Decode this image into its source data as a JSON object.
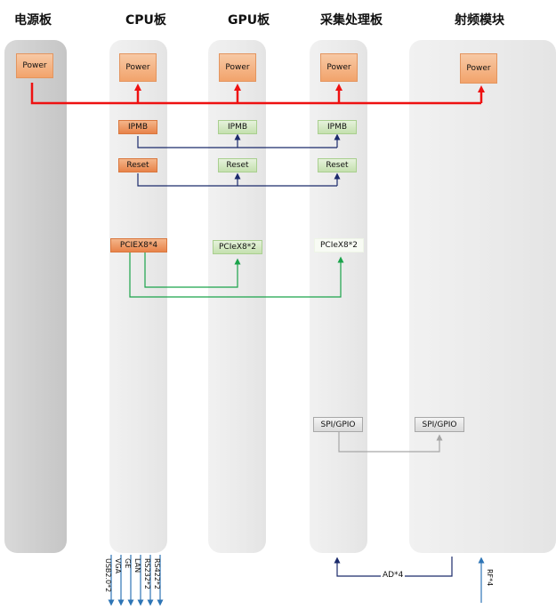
{
  "columns": {
    "psu": "电源板",
    "cpu": "CPU板",
    "gpu": "GPU板",
    "acq": "采集处理板",
    "rf": "射频模块"
  },
  "blocks": {
    "psu_power": "Power",
    "cpu_power": "Power",
    "gpu_power": "Power",
    "acq_power": "Power",
    "rf_power": "Power",
    "cpu_ipmb": "IPMB",
    "gpu_ipmb": "IPMB",
    "acq_ipmb": "IPMB",
    "cpu_reset": "Reset",
    "gpu_reset": "Reset",
    "acq_reset": "Reset",
    "cpu_pcie": "PCIEX8*4",
    "gpu_pcie": "PCIeX8*2",
    "acq_pcie": "PCIeX8*2",
    "acq_spi": "SPI/GPIO",
    "rf_spi": "SPI/GPIO"
  },
  "io_labels": [
    "USB2.0*2",
    "VGA",
    "GE",
    "LAN",
    "RS232*2",
    "RS422*2"
  ],
  "bus_labels": {
    "ad": "AD*4",
    "rf": "RF*4"
  },
  "colors": {
    "power_line": "#ee1111",
    "control_line": "#1b2a6b",
    "pcie_line": "#1aa34a",
    "spi_line": "#a6a6a6",
    "io_arrow": "#2e75b6"
  }
}
